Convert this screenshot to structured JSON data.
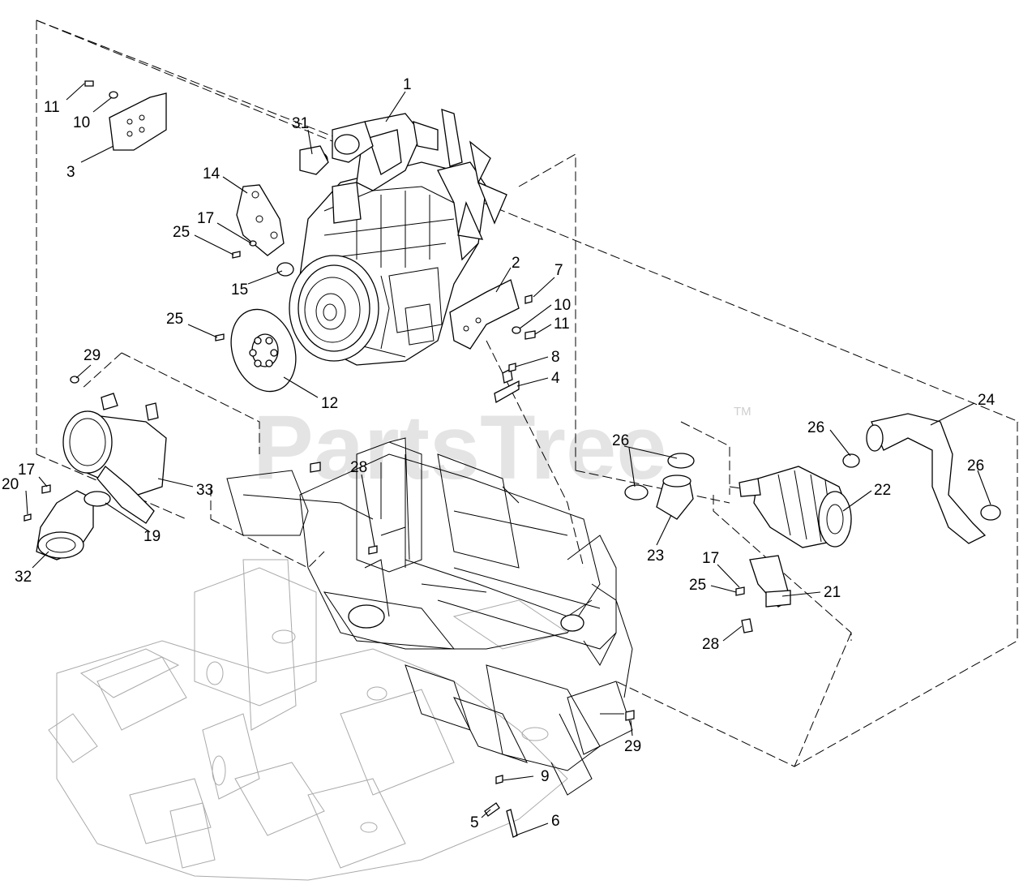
{
  "diagram": {
    "watermark": "PartsTree",
    "trademark": "TM",
    "callouts": [
      {
        "id": "c1",
        "text": "1"
      },
      {
        "id": "c31",
        "text": "31"
      },
      {
        "id": "c11a",
        "text": "11"
      },
      {
        "id": "c10a",
        "text": "10"
      },
      {
        "id": "c3",
        "text": "3"
      },
      {
        "id": "c14",
        "text": "14"
      },
      {
        "id": "c17a",
        "text": "17"
      },
      {
        "id": "c25a",
        "text": "25"
      },
      {
        "id": "c15",
        "text": "15"
      },
      {
        "id": "c25b",
        "text": "25"
      },
      {
        "id": "c2",
        "text": "2"
      },
      {
        "id": "c7",
        "text": "7"
      },
      {
        "id": "c10b",
        "text": "10"
      },
      {
        "id": "c11b",
        "text": "11"
      },
      {
        "id": "c8",
        "text": "8"
      },
      {
        "id": "c4",
        "text": "4"
      },
      {
        "id": "c29a",
        "text": "29"
      },
      {
        "id": "c12",
        "text": "12"
      },
      {
        "id": "c24",
        "text": "24"
      },
      {
        "id": "c26a",
        "text": "26"
      },
      {
        "id": "c26b",
        "text": "26"
      },
      {
        "id": "c26c",
        "text": "26"
      },
      {
        "id": "c22",
        "text": "22"
      },
      {
        "id": "c23",
        "text": "23"
      },
      {
        "id": "c17b",
        "text": "17"
      },
      {
        "id": "c25c",
        "text": "25"
      },
      {
        "id": "c21",
        "text": "21"
      },
      {
        "id": "c28a",
        "text": "28"
      },
      {
        "id": "c28b",
        "text": "28"
      },
      {
        "id": "c17c",
        "text": "17"
      },
      {
        "id": "c20",
        "text": "20"
      },
      {
        "id": "c33",
        "text": "33"
      },
      {
        "id": "c19",
        "text": "19"
      },
      {
        "id": "c32",
        "text": "32"
      },
      {
        "id": "c29b",
        "text": "29"
      },
      {
        "id": "c9",
        "text": "9"
      },
      {
        "id": "c5",
        "text": "5"
      },
      {
        "id": "c6",
        "text": "6"
      }
    ]
  }
}
